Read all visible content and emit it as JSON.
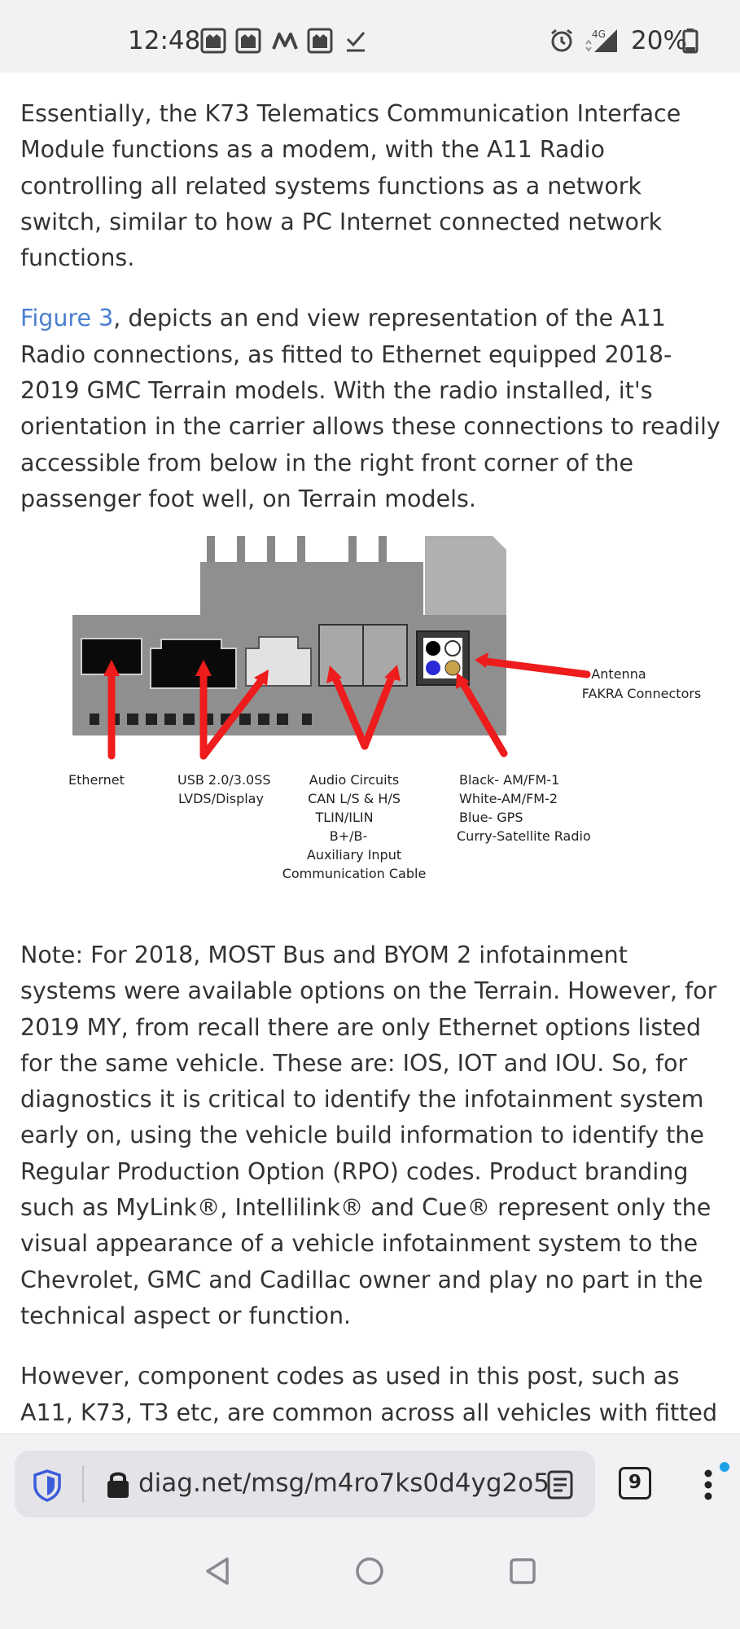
{
  "status_bar": {
    "time": "12:48",
    "battery": "20%",
    "network": "4G",
    "notification_icons": [
      "gallery-icon",
      "gallery-icon",
      "m-app-icon",
      "gallery-icon",
      "check-icon"
    ]
  },
  "article": {
    "p1": "Essentially, the K73 Telematics Communication Interface Module functions as a modem, with the A11 Radio controlling all related systems functions as a network switch, similar to how a PC Internet connected network functions.",
    "p2_link": "Figure 3",
    "p2_rest": ", depicts an end view representation of the A11 Radio connections, as fitted to Ethernet equipped 2018-2019 GMC Terrain models. With the radio installed, it's orientation in the carrier allows these connections to readily accessible from below in the right front corner of the passenger foot well, on Terrain models.",
    "p3": "Note: For 2018, MOST Bus and BYOM 2 infotainment systems were available options on the Terrain. However, for 2019 MY, from recall there are only Ethernet options listed for the same vehicle. These are: IOS, IOT and IOU. So, for diagnostics it is critical to identify the infotainment system early on, using the vehicle build information to identify the Regular Production Option (RPO) codes. Product branding such as MyLink®, Intellilink® and Cue® represent only the visual appearance of a vehicle infotainment system to the Chevrolet, GMC and Cadillac owner and play no part in the technical aspect or function.",
    "p4": "However, component codes as used in this post, such as A11, K73, T3 etc, are common across all vehicles with fitted with"
  },
  "figure": {
    "antenna_label": [
      "Antenna",
      "FAKRA Connectors"
    ],
    "ethernet_label": [
      "Ethernet"
    ],
    "usb_label": [
      "USB 2.0/3.0SS",
      "LVDS/Display"
    ],
    "audio_label": [
      "Audio Circuits",
      "CAN L/S & H/S",
      "TLIN/ILIN",
      "B+/B-",
      "Auxiliary Input",
      "Communication Cable"
    ],
    "fakra_label": [
      "Black- AM/FM-1",
      "White-AM/FM-2",
      "Blue- GPS",
      "Curry-Satellite Radio"
    ],
    "colors": {
      "arrow": "#ee1c1c",
      "blue": "#2a2ad6",
      "curry": "#c8a24a"
    }
  },
  "browser": {
    "url": "diag.net/msg/m4ro7ks0d4yg2o5",
    "tab_count": "9",
    "icons": [
      "shield-icon",
      "lock-icon",
      "reader-mode-icon",
      "tabs-icon",
      "menu-icon"
    ]
  },
  "nav": {
    "icons": [
      "back-icon",
      "home-icon",
      "recents-icon"
    ]
  }
}
